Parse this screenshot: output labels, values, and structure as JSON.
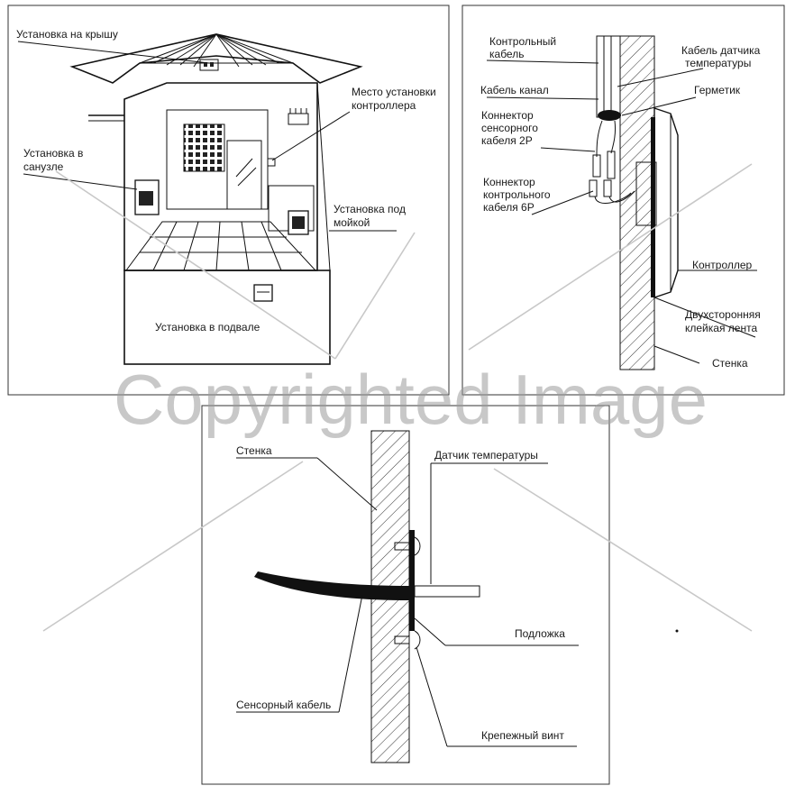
{
  "panel_top_left": {
    "labels": {
      "roof": "Установка на крышу",
      "controller_place_1": "Место установки",
      "controller_place_2": "контроллера",
      "bathroom_1": "Установка в",
      "bathroom_2": "санузле",
      "sink_1": "Установка под",
      "sink_2": "мойкой",
      "basement": "Установка в подвале"
    }
  },
  "panel_top_right": {
    "labels": {
      "control_cable_1": "Контрольный",
      "control_cable_2": "кабель",
      "temp_sensor_cable_1": "Кабель датчика",
      "temp_sensor_cable_2": "температуры",
      "cable_channel": "Кабель канал",
      "sealant": "Герметик",
      "sensor_connector_1": "Коннектор",
      "sensor_connector_2": "сенсорного",
      "sensor_connector_3": "кабеля 2P",
      "control_connector_1": "Коннектор",
      "control_connector_2": "контрольного",
      "control_connector_3": "кабеля 6P",
      "controller": "Контроллер",
      "tape_1": "Двухсторонняя",
      "tape_2": "клейкая лента",
      "wall": "Стенка"
    }
  },
  "panel_bottom": {
    "labels": {
      "wall": "Стенка",
      "temp_sensor": "Датчик температуры",
      "substrate": "Подложка",
      "sensor_cable": "Сенсорный кабель",
      "screw": "Крепежный винт"
    }
  },
  "watermark": "Copyrighted Image"
}
